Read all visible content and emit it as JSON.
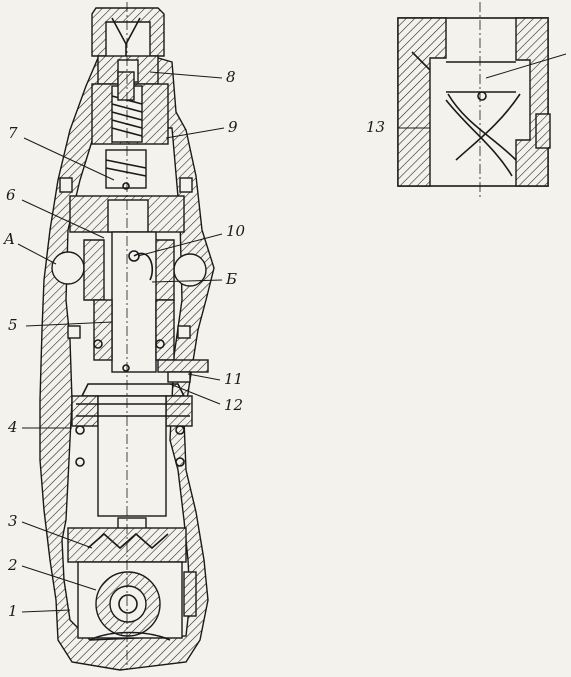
{
  "callouts": {
    "c1": "1",
    "c2": "2",
    "c3": "3",
    "c4": "4",
    "c5": "5",
    "c6": "6",
    "c7": "7",
    "c8": "8",
    "c9": "9",
    "c10": "10",
    "c11": "11",
    "c12": "12",
    "c13": "13",
    "cA": "A",
    "cB": "Б"
  },
  "colors": {
    "ink": "#1a1a1a",
    "paper": "#f4f2ec"
  }
}
